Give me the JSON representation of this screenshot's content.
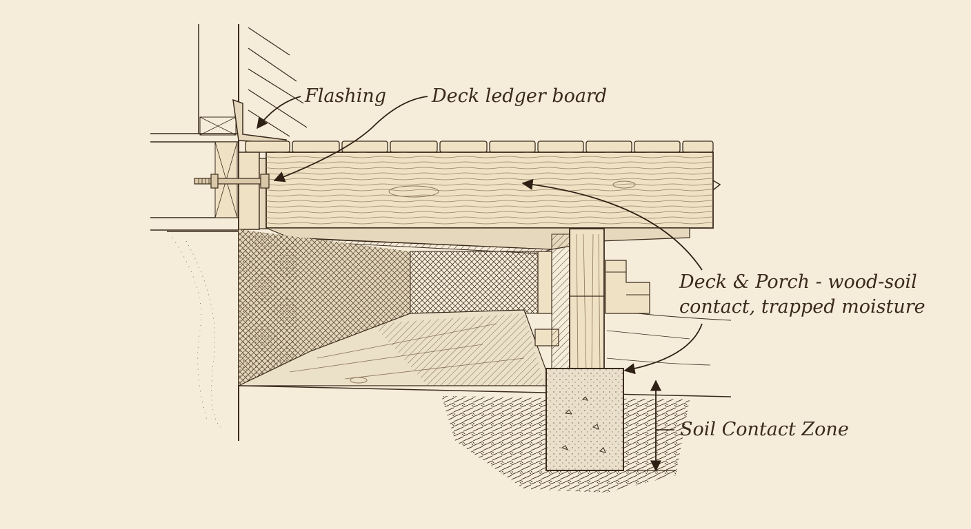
{
  "labels": {
    "flashing": "Flashing",
    "ledger": "Deck ledger board",
    "deck_line1": "Deck & Porch - wood-soil",
    "deck_line2": "contact, trapped moisture",
    "soil": "Soil Contact Zone"
  },
  "colors": {
    "paper": "#f5ecd9",
    "ink": "#3a2a1c",
    "wood": "#efe1c4",
    "shadow": "#6b5a48",
    "concrete": "#e9dfca"
  }
}
